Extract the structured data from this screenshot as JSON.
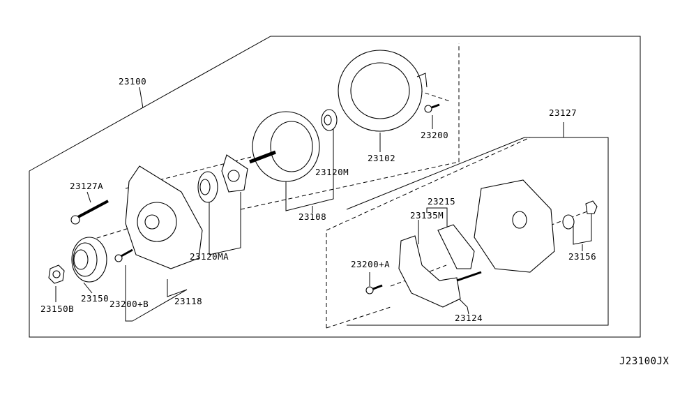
{
  "diagram_code": "J23100JX",
  "parts": {
    "alternator_assy": "23100",
    "bolt_through": "23127A",
    "pulley_nut": "23150B",
    "pulley": "23150",
    "screw_b": "23200+B",
    "front_cover": "23118",
    "front_bearing": "23120MA",
    "rotor": "23108",
    "rear_bearing": "23120M",
    "stator": "23102",
    "stator_screw": "23200",
    "rear_cover_assy": "23127",
    "brush_holder": "23215",
    "brush": "23135M",
    "screw_a": "23200+A",
    "diode_assy": "23124",
    "terminal": "23156"
  }
}
